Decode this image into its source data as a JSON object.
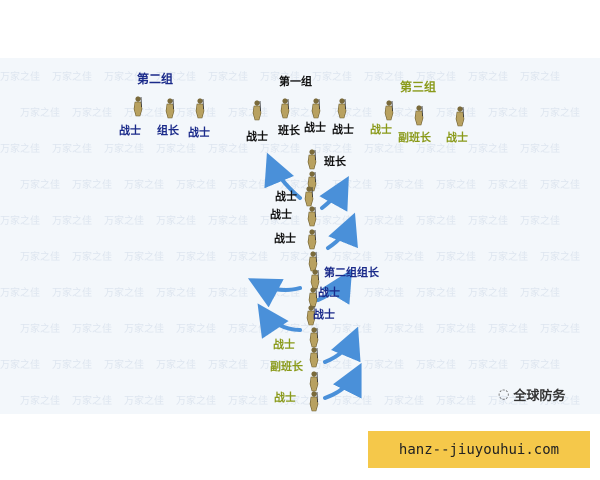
{
  "groups": {
    "second": {
      "title": "第二组",
      "left": "战士",
      "center": "组长",
      "right": "战士"
    },
    "first": {
      "title": "第一组",
      "m1": "战士",
      "m2": "班长",
      "m3": "战士",
      "m4": "战士"
    },
    "third": {
      "title": "第三组",
      "left": "战士",
      "center": "副班长",
      "right": "战士"
    }
  },
  "column": {
    "leader": "班长",
    "s1": "战士",
    "s2": "战士",
    "s3": "战士",
    "second_leader": "第二组组长",
    "s4": "战士",
    "s5": "战士",
    "deputy_s": "战士",
    "deputy": "副班长",
    "s_last": "战士"
  },
  "watermark": "万家之佳",
  "brand": {
    "text": "全球防务",
    "icon": "wechat-icon"
  },
  "footer": {
    "url": "hanz--jiuyouhui.com"
  },
  "colors": {
    "blue": "#1a2a8a",
    "black": "#111111",
    "olive": "#8a9a1a",
    "arrow": "#4a90d9",
    "url_bg": "#f5c84a"
  }
}
